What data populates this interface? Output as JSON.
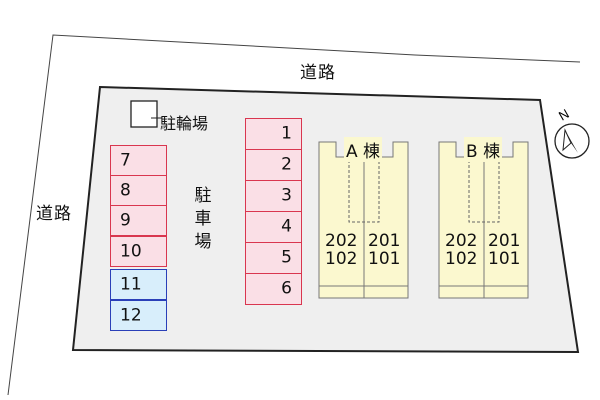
{
  "roads": {
    "top": "道路",
    "left": "道路"
  },
  "bicycle_parking": {
    "label": "駐輪場"
  },
  "car_parking": {
    "label_chars": [
      "駐",
      "車",
      "場"
    ],
    "middle_column": [
      "1",
      "2",
      "3",
      "4",
      "5",
      "6"
    ],
    "left_column": [
      {
        "number": "7",
        "color": "#d9364f"
      },
      {
        "number": "8",
        "color": "#d9364f"
      },
      {
        "number": "9",
        "color": "#d9364f"
      },
      {
        "number": "10",
        "color": "#d9364f"
      },
      {
        "number": "11",
        "color": "#2a3fb8"
      },
      {
        "number": "12",
        "color": "#2a3fb8"
      }
    ]
  },
  "buildings": [
    {
      "name": "A 棟",
      "rooms_upper": [
        "202",
        "201"
      ],
      "rooms_lower": [
        "102",
        "101"
      ]
    },
    {
      "name": "B 棟",
      "rooms_upper": [
        "202",
        "201"
      ],
      "rooms_lower": [
        "102",
        "101"
      ]
    }
  ],
  "compass": {
    "label": "N"
  },
  "colors": {
    "site_fill": "#efefef",
    "building_fill": "#fbf8cf",
    "parking_red": "#d9364f",
    "parking_pink": "#fadfe6",
    "parking_blue": "#2a3fb8",
    "parking_light_blue": "#d8eefb"
  }
}
